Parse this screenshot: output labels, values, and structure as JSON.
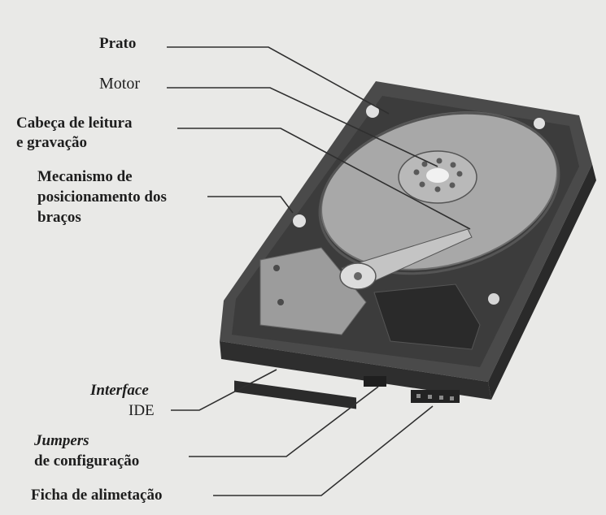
{
  "labels": {
    "prato": "Prato",
    "motor": "Motor",
    "cabeca_line1": "Cabeça de leitura",
    "cabeca_line2": "e gravação",
    "mecanismo_line1": "Mecanismo de",
    "mecanismo_line2": "posicionamento dos",
    "mecanismo_line3": "braços",
    "interface_line1": "Interface",
    "interface_line2": "IDE",
    "jumpers_line1": "Jumpers",
    "jumpers_line2": "de configuração",
    "ficha": "Ficha de alimetação"
  },
  "colors": {
    "background": "#e9e9e7",
    "case_dark": "#3a3a3a",
    "platter": "#a9a9a9",
    "line": "#333333"
  }
}
